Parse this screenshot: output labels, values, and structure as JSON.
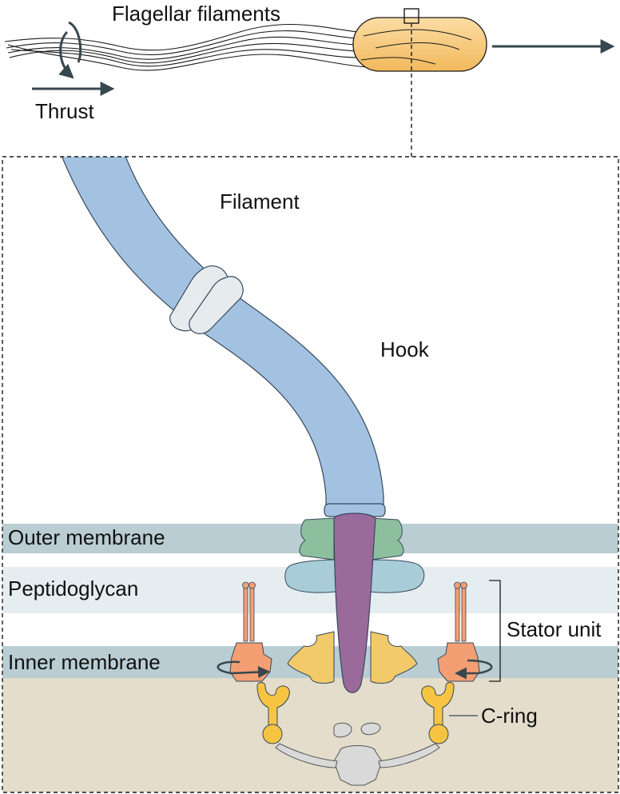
{
  "labels": {
    "flagellar_filaments": "Flagellar filaments",
    "thrust": "Thrust",
    "filament": "Filament",
    "hook": "Hook",
    "outer_membrane": "Outer membrane",
    "peptidoglycan": "Peptidoglycan",
    "stator_unit": "Stator unit",
    "inner_membrane": "Inner membrane",
    "c_ring": "C-ring"
  },
  "icons": {
    "rotation": "rotation-arrow-icon",
    "direction": "right-arrow-icon"
  },
  "colors": {
    "filament": "#a3c2e1",
    "filament_stroke": "#36485a",
    "junction_ring": "#e6ebee",
    "outer_membrane_band": "#b9cdd3",
    "peptidoglycan_band": "#e5edf1",
    "inner_membrane_band": "#b9cdd3",
    "cytoplasm": "#e4ddcb",
    "cell_body": "#f7c97f",
    "l_ring": "#8dbf9f",
    "p_ring": "#a8cdd8",
    "ms_ring": "#f2ca6a",
    "rod": "#9a6a9b",
    "stator": "#f39f73",
    "c_ring": "#f7c442",
    "export_apparatus": "#d9d9d9",
    "arrow": "#37474f"
  }
}
